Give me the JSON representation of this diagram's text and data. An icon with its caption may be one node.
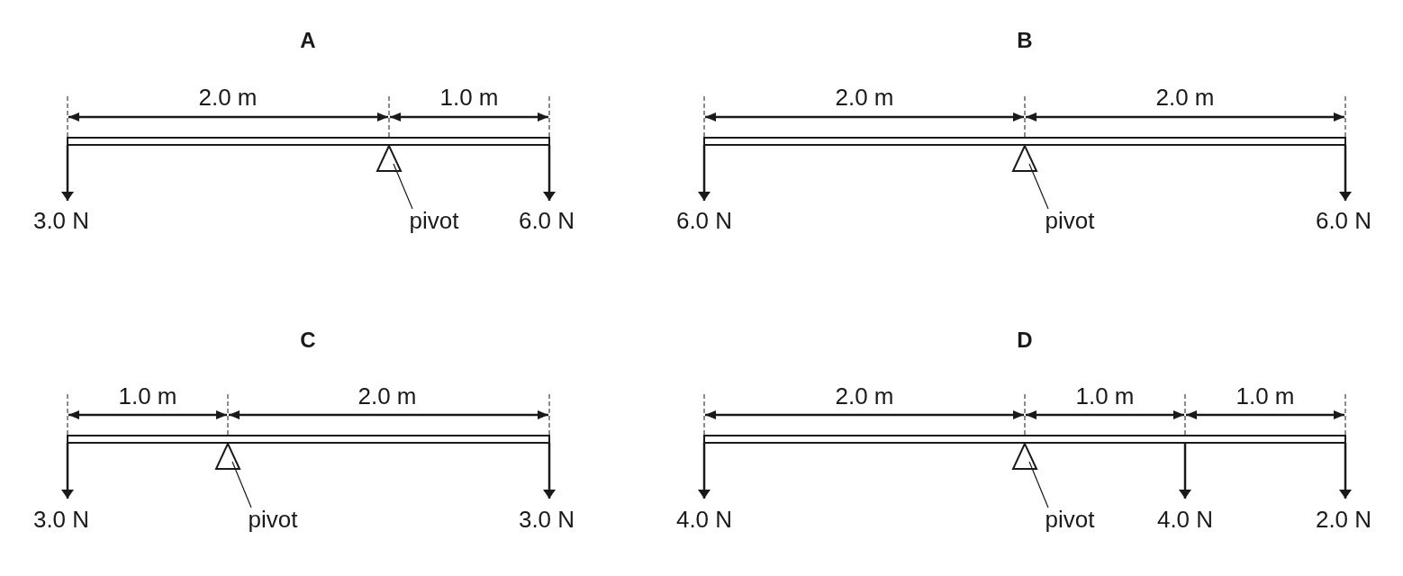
{
  "diagram": {
    "nodes": [
      {
        "text": [],
        "shape": "triangle"
      },
      {
        "text": [
          "pivot"
        ]
      },
      {
        "text": [],
        "shape": "triangle"
      },
      {
        "text": [
          "pivot"
        ]
      },
      {
        "text": [],
        "shape": "triangle"
      },
      {
        "text": [
          "pivot"
        ]
      },
      {
        "text": [],
        "shape": "triangle"
      },
      {
        "text": [
          "pivot"
        ]
      }
    ],
    "edges": [
      {
        "from": 1,
        "to": 0,
        "arrow": "none"
      },
      {
        "from": 3,
        "to": 2,
        "arrow": "none"
      },
      {
        "from": 5,
        "to": 4,
        "arrow": "none"
      },
      {
        "from": 7,
        "to": 6,
        "arrow": "none"
      }
    ],
    "labels": [
      "A",
      "B",
      "2.0 m",
      "1.0 m",
      "2.0 m",
      "2.0 m",
      "3.0 N",
      "6.0 N",
      "6.0 N",
      "6.0 N",
      "C",
      "D",
      "1.0 m",
      "2.0 m",
      "2.0 m",
      "1.0 m",
      "1.0 m",
      "3.0 N",
      "3.0 N",
      "4.0 N",
      "4.0 N",
      "2.0 N"
    ]
  }
}
